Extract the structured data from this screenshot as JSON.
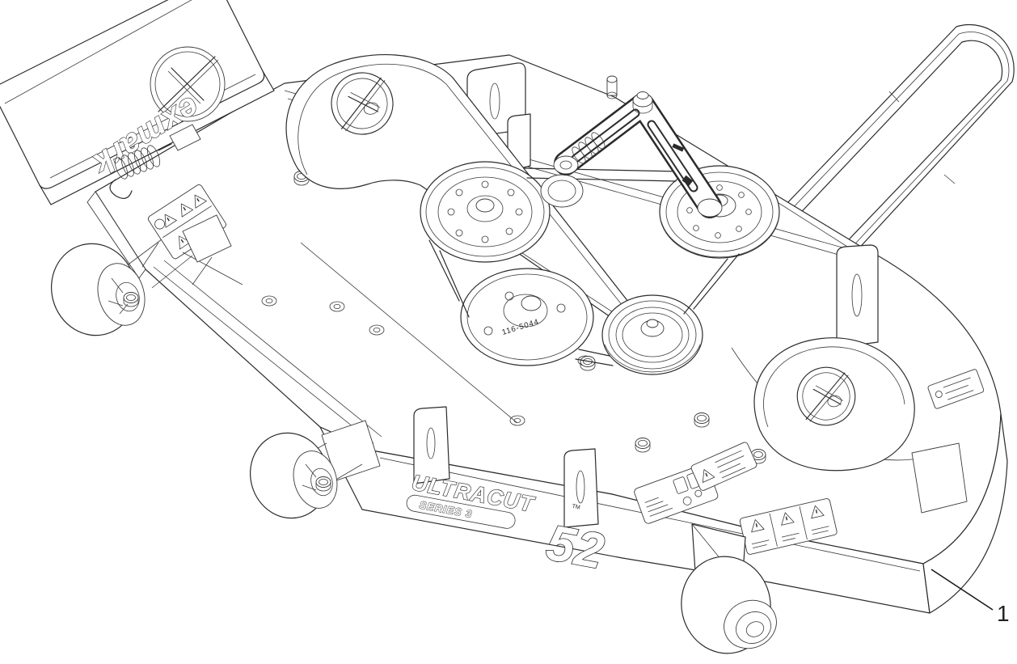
{
  "colors": {
    "background": "#ffffff",
    "line": "#2b2b2b"
  },
  "figure": {
    "brand_logo_text": "exmark",
    "badge_name": "ULTRACUT",
    "badge_trademark": "TM",
    "badge_series": "SERIES 3",
    "badge_size": "52",
    "pulley_part_marking": "116-5044",
    "callout_label": "1"
  }
}
